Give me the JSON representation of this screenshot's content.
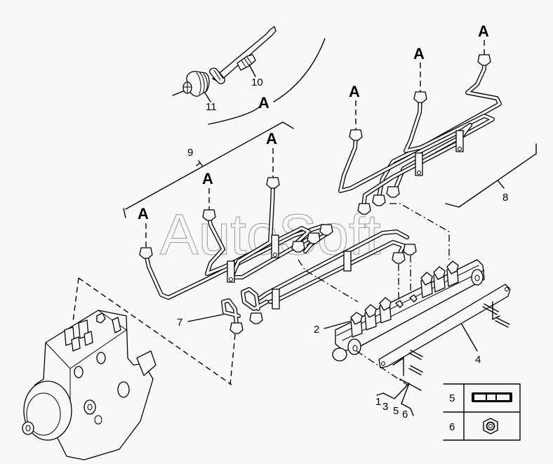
{
  "diagram": {
    "watermark": "AutoSoft",
    "connector_label": "A",
    "callouts": [
      {
        "id": "callout-1",
        "text": "1"
      },
      {
        "id": "callout-2",
        "text": "2"
      },
      {
        "id": "callout-3",
        "text": "3"
      },
      {
        "id": "callout-4",
        "text": "4"
      },
      {
        "id": "callout-5",
        "text": "5"
      },
      {
        "id": "callout-6",
        "text": "6"
      },
      {
        "id": "callout-7",
        "text": "7"
      },
      {
        "id": "callout-8",
        "text": "8"
      },
      {
        "id": "callout-9",
        "text": "9"
      },
      {
        "id": "callout-10",
        "text": "10"
      },
      {
        "id": "callout-11",
        "text": "11"
      }
    ],
    "parts": [
      {
        "number": "1",
        "name": "pump-rail-link"
      },
      {
        "number": "2",
        "name": "common-rail"
      },
      {
        "number": "3",
        "name": "fastener"
      },
      {
        "number": "4",
        "name": "rail-bracket"
      },
      {
        "number": "5",
        "name": "spacer"
      },
      {
        "number": "6",
        "name": "nut"
      },
      {
        "number": "7",
        "name": "pump-feed-pipes"
      },
      {
        "number": "8",
        "name": "injector-pipe-set-rear"
      },
      {
        "number": "9",
        "name": "injector-pipe-set-front"
      },
      {
        "number": "10",
        "name": "injector-connector"
      },
      {
        "number": "11",
        "name": "connector-nut"
      }
    ],
    "legend_table": {
      "rows": [
        {
          "number": "5",
          "icon": "spacer-icon"
        },
        {
          "number": "6",
          "icon": "hex-nut-icon"
        }
      ]
    }
  }
}
